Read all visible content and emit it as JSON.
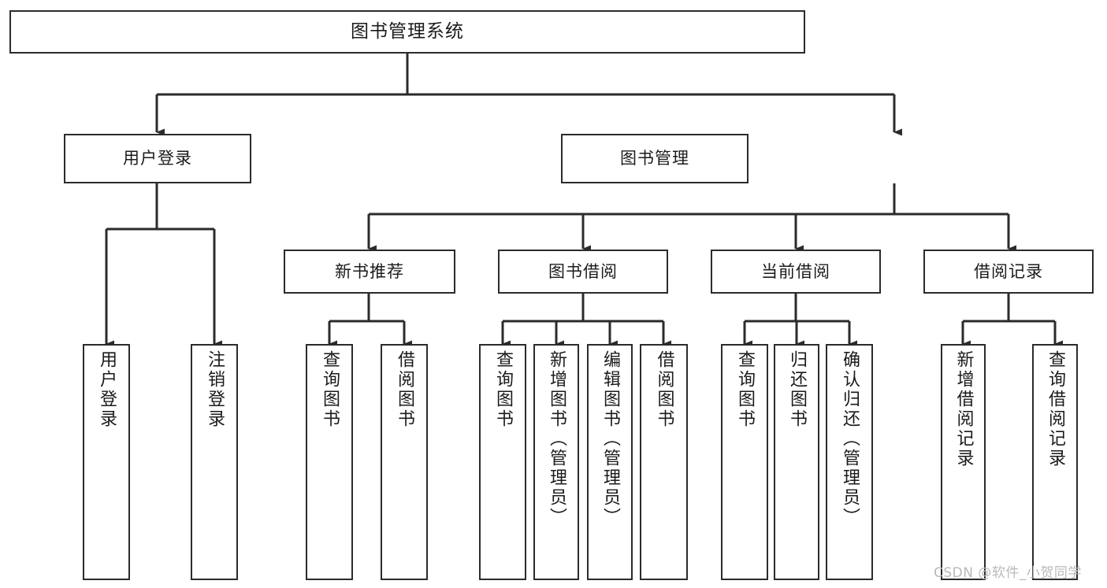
{
  "diagram": {
    "type": "tree-hierarchy-chart",
    "title": "图书管理系统",
    "stroke_color": "#2b2b2b",
    "fill_color": "#ffffff",
    "text_color": "#1b1b1b",
    "watermark": "CSDN @软件_小贺同学"
  },
  "nodes": {
    "root": {
      "label": "图书管理系统"
    },
    "level1": [
      {
        "id": "user-login",
        "label": "用户登录"
      },
      {
        "id": "book-manage",
        "label": "图书管理"
      }
    ],
    "level2": [
      {
        "id": "new-book-recommend",
        "label": "新书推荐"
      },
      {
        "id": "book-borrow",
        "label": "图书借阅"
      },
      {
        "id": "current-borrow",
        "label": "当前借阅"
      },
      {
        "id": "borrow-record",
        "label": "借阅记录"
      }
    ],
    "leaves": {
      "user_login": [
        {
          "id": "leaf-user-login",
          "label": "用户登录"
        },
        {
          "id": "leaf-logout",
          "label": "注销登录"
        }
      ],
      "new_book_recommend": [
        {
          "id": "leaf-query-book-1",
          "label": "查询图书"
        },
        {
          "id": "leaf-borrow-book-1",
          "label": "借阅图书"
        }
      ],
      "book_borrow": [
        {
          "id": "leaf-query-book-2",
          "label": "查询图书"
        },
        {
          "id": "leaf-add-book",
          "label": "新增图书（管理员）"
        },
        {
          "id": "leaf-edit-book",
          "label": "编辑图书（管理员）"
        },
        {
          "id": "leaf-borrow-book-2",
          "label": "借阅图书"
        }
      ],
      "current_borrow": [
        {
          "id": "leaf-query-book-3",
          "label": "查询图书"
        },
        {
          "id": "leaf-return-book",
          "label": "归还图书"
        },
        {
          "id": "leaf-confirm-return",
          "label": "确认归还（管理员）"
        }
      ],
      "borrow_record": [
        {
          "id": "leaf-add-record",
          "label": "新增借阅记录"
        },
        {
          "id": "leaf-query-record",
          "label": "查询借阅记录"
        }
      ]
    }
  }
}
